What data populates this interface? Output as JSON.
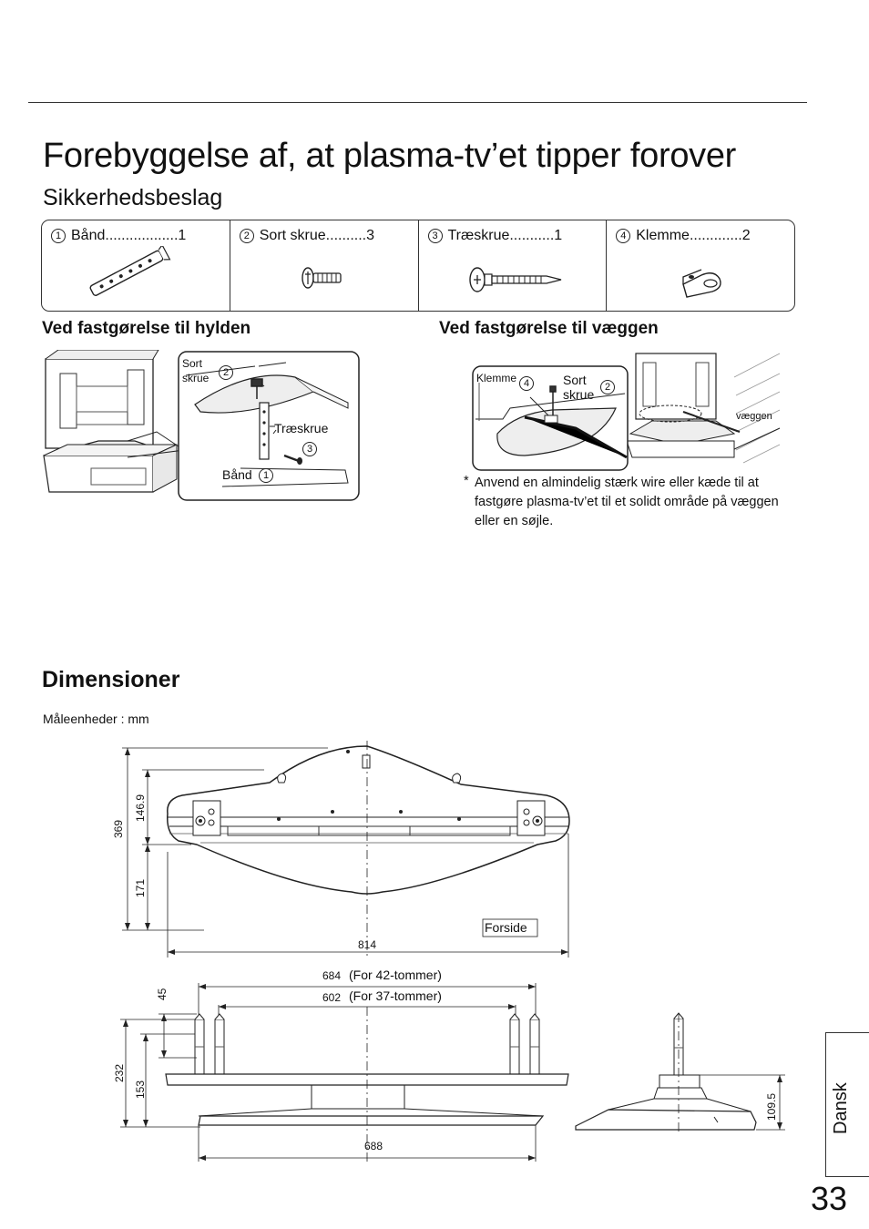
{
  "header": {
    "title": "Forebyggelse af, at plasma-tv’et tipper forover",
    "subtitle": "Sikkerhedsbeslag"
  },
  "parts": [
    {
      "num": "1",
      "name": "Bånd",
      "dots": "..................",
      "qty": "1",
      "icon": "strap-icon"
    },
    {
      "num": "2",
      "name": "Sort skrue",
      "dots": "..........",
      "qty": "3",
      "icon": "short-screw-icon"
    },
    {
      "num": "3",
      "name": "Træskrue",
      "dots": "...........",
      "qty": "1",
      "icon": "wood-screw-icon"
    },
    {
      "num": "4",
      "name": "Klemme",
      "dots": ".............",
      "qty": "2",
      "icon": "clamp-icon"
    }
  ],
  "shelf": {
    "heading": "Ved fastgørelse til hylden",
    "label_sort": "Sort",
    "label_skrue": "skrue",
    "num_2": "2",
    "label_traeskrue": "Træskrue",
    "num_3": "3",
    "label_baand": "Bånd",
    "num_1": "1"
  },
  "wall": {
    "heading": "Ved fastgørelse til væggen",
    "label_klemme": "Klemme",
    "num_4": "4",
    "label_sort": "Sort",
    "label_skrue": "skrue",
    "num_2": "2",
    "label_vaeggen": "væggen",
    "note_star": "*",
    "note": "Anvend en almindelig stærk wire eller kæde til at fastgøre plasma-tv’et til et solidt område på væggen eller en søjle."
  },
  "dimensions": {
    "title": "Dimensioner",
    "units": "Måleenheder : mm",
    "top_view": {
      "d369": "369",
      "d146_9": "146.9",
      "d171": "171",
      "d814": "814",
      "forside": "Forside"
    },
    "front_view": {
      "d684": "684",
      "for42": "(For 42-tommer)",
      "d602": "602",
      "for37": "(For 37-tommer)",
      "d45": "45",
      "d232": "232",
      "d153": "153",
      "d688": "688"
    },
    "side_view": {
      "d109_5": "109.5"
    }
  },
  "sidebar": {
    "language": "Dansk"
  },
  "page_number": "33"
}
